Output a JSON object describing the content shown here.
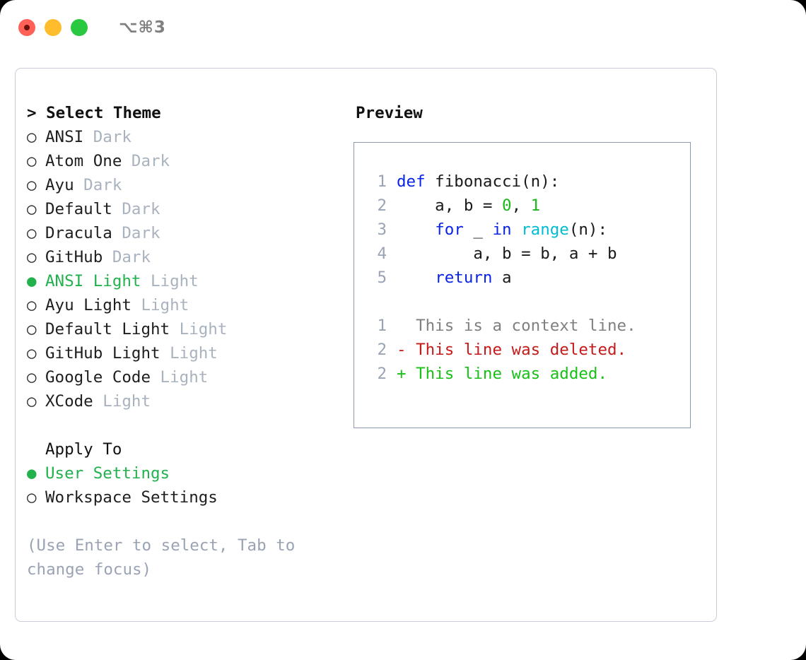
{
  "titlebar": {
    "shortcut": "⌥⌘3",
    "buttons": [
      {
        "name": "close",
        "color": "#FF6159"
      },
      {
        "name": "minimize",
        "color": "#FFBD2E"
      },
      {
        "name": "maximize",
        "color": "#28C840"
      }
    ]
  },
  "theme_panel": {
    "header": "> Select Theme",
    "bullet_off": "○",
    "bullet_on": "●",
    "items": [
      {
        "name": "ANSI",
        "kind": " Dark",
        "selected": false
      },
      {
        "name": "Atom One",
        "kind": " Dark",
        "selected": false
      },
      {
        "name": "Ayu",
        "kind": " Dark",
        "selected": false
      },
      {
        "name": "Default",
        "kind": " Dark",
        "selected": false
      },
      {
        "name": "Dracula",
        "kind": " Dark",
        "selected": false
      },
      {
        "name": "GitHub",
        "kind": " Dark",
        "selected": false
      },
      {
        "name": "ANSI Light",
        "kind": " Light",
        "selected": true
      },
      {
        "name": "Ayu Light",
        "kind": " Light",
        "selected": false
      },
      {
        "name": "Default Light",
        "kind": " Light",
        "selected": false
      },
      {
        "name": "GitHub Light",
        "kind": " Light",
        "selected": false
      },
      {
        "name": "Google Code",
        "kind": " Light",
        "selected": false
      },
      {
        "name": "XCode",
        "kind": " Light",
        "selected": false
      }
    ]
  },
  "apply_to": {
    "label": "Apply To",
    "options": [
      {
        "name": "User Settings",
        "selected": true
      },
      {
        "name": "Workspace Settings",
        "selected": false
      }
    ]
  },
  "hint": "(Use Enter to select, Tab to change focus)",
  "preview": {
    "header": "Preview",
    "code_lines": [
      {
        "num": "1",
        "tokens": [
          {
            "t": "def",
            "c": "kw"
          },
          {
            "t": " fibonacci(n):",
            "c": "txt"
          }
        ]
      },
      {
        "num": "2",
        "tokens": [
          {
            "t": "    a, b = ",
            "c": "txt"
          },
          {
            "t": "0",
            "c": "num"
          },
          {
            "t": ", ",
            "c": "txt"
          },
          {
            "t": "1",
            "c": "num"
          }
        ]
      },
      {
        "num": "3",
        "tokens": [
          {
            "t": "    ",
            "c": "txt"
          },
          {
            "t": "for",
            "c": "kw"
          },
          {
            "t": " _ ",
            "c": "txt"
          },
          {
            "t": "in",
            "c": "kw"
          },
          {
            "t": " ",
            "c": "txt"
          },
          {
            "t": "range",
            "c": "fn"
          },
          {
            "t": "(n):",
            "c": "txt"
          }
        ]
      },
      {
        "num": "4",
        "tokens": [
          {
            "t": "        a, b = b, a + b",
            "c": "txt"
          }
        ]
      },
      {
        "num": "5",
        "tokens": [
          {
            "t": "    ",
            "c": "txt"
          },
          {
            "t": "return",
            "c": "kw"
          },
          {
            "t": " a",
            "c": "txt"
          }
        ]
      }
    ],
    "diff_lines": [
      {
        "num": "1",
        "text": "  This is a context line.",
        "c": "ctx"
      },
      {
        "num": "2",
        "text": "- This line was deleted.",
        "c": "del"
      },
      {
        "num": "2",
        "text": "+ This line was added.",
        "c": "add"
      }
    ]
  },
  "colors": {
    "accent_green": "#22B14C",
    "muted": "#A9B2BF",
    "hint": "#9AA3B4",
    "border_window": "#C8CDD6",
    "border_preview": "#8A99AD",
    "keyword": "#0A23E8",
    "function": "#00BCD4",
    "number": "#1AB81A",
    "diff_deleted": "#C41A1A",
    "diff_added": "#18C018"
  }
}
